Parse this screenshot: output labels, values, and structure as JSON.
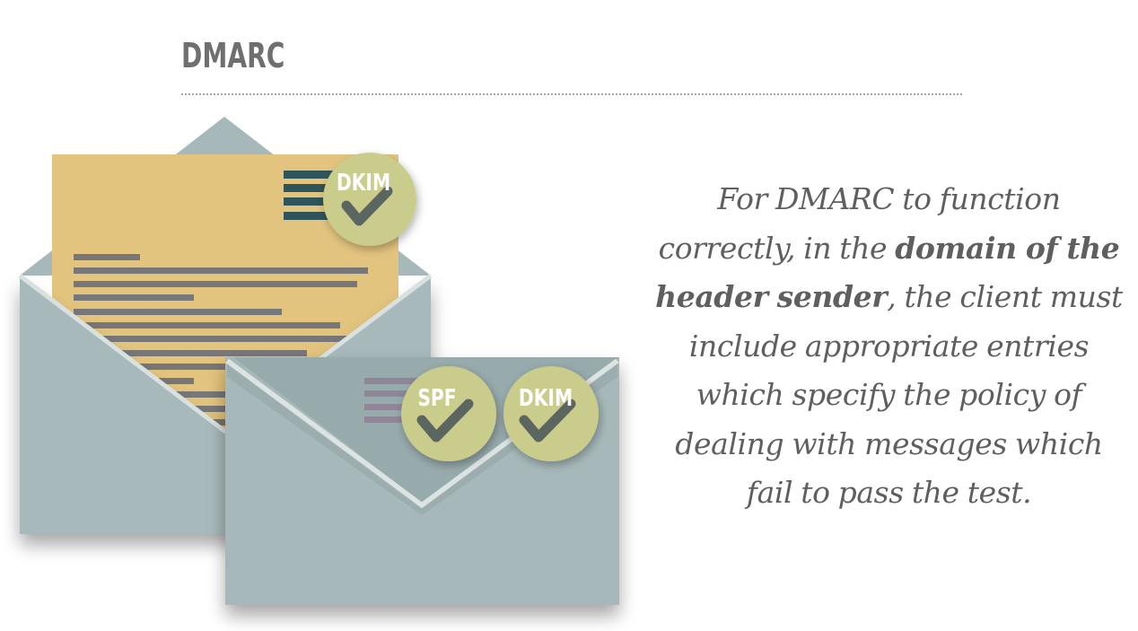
{
  "slide": {
    "title": "DMARC"
  },
  "illustration": {
    "badges": {
      "dkim_top": "DKIM",
      "spf": "SPF",
      "dkim_bottom": "DKIM"
    },
    "colors": {
      "envelope": "#a7b9bb",
      "letter": "#e3c47d",
      "text_lines": "#757575",
      "badge": "#c9cc8a",
      "checkmark": "#5f6a64"
    }
  },
  "description": {
    "part1": "For DMARC to function correctly, in the ",
    "emphasis": "domain of the header sender",
    "part2": ", the client must include appropriate entries which specify the policy of dealing with messages which fail to pass the test."
  }
}
